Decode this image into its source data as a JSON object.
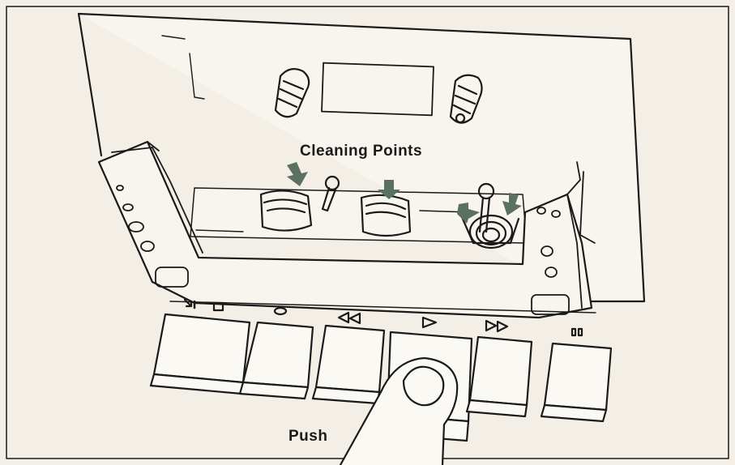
{
  "labels": {
    "cleaning_points": "Cleaning Points",
    "push": "Push"
  },
  "button_symbols": [
    "eject",
    "stop",
    "record",
    "rewind",
    "play",
    "fast-forward",
    "pause"
  ],
  "colors": {
    "paper": "#f3efe6",
    "ink": "#1a1a1a",
    "arrow": "#5a7060"
  }
}
